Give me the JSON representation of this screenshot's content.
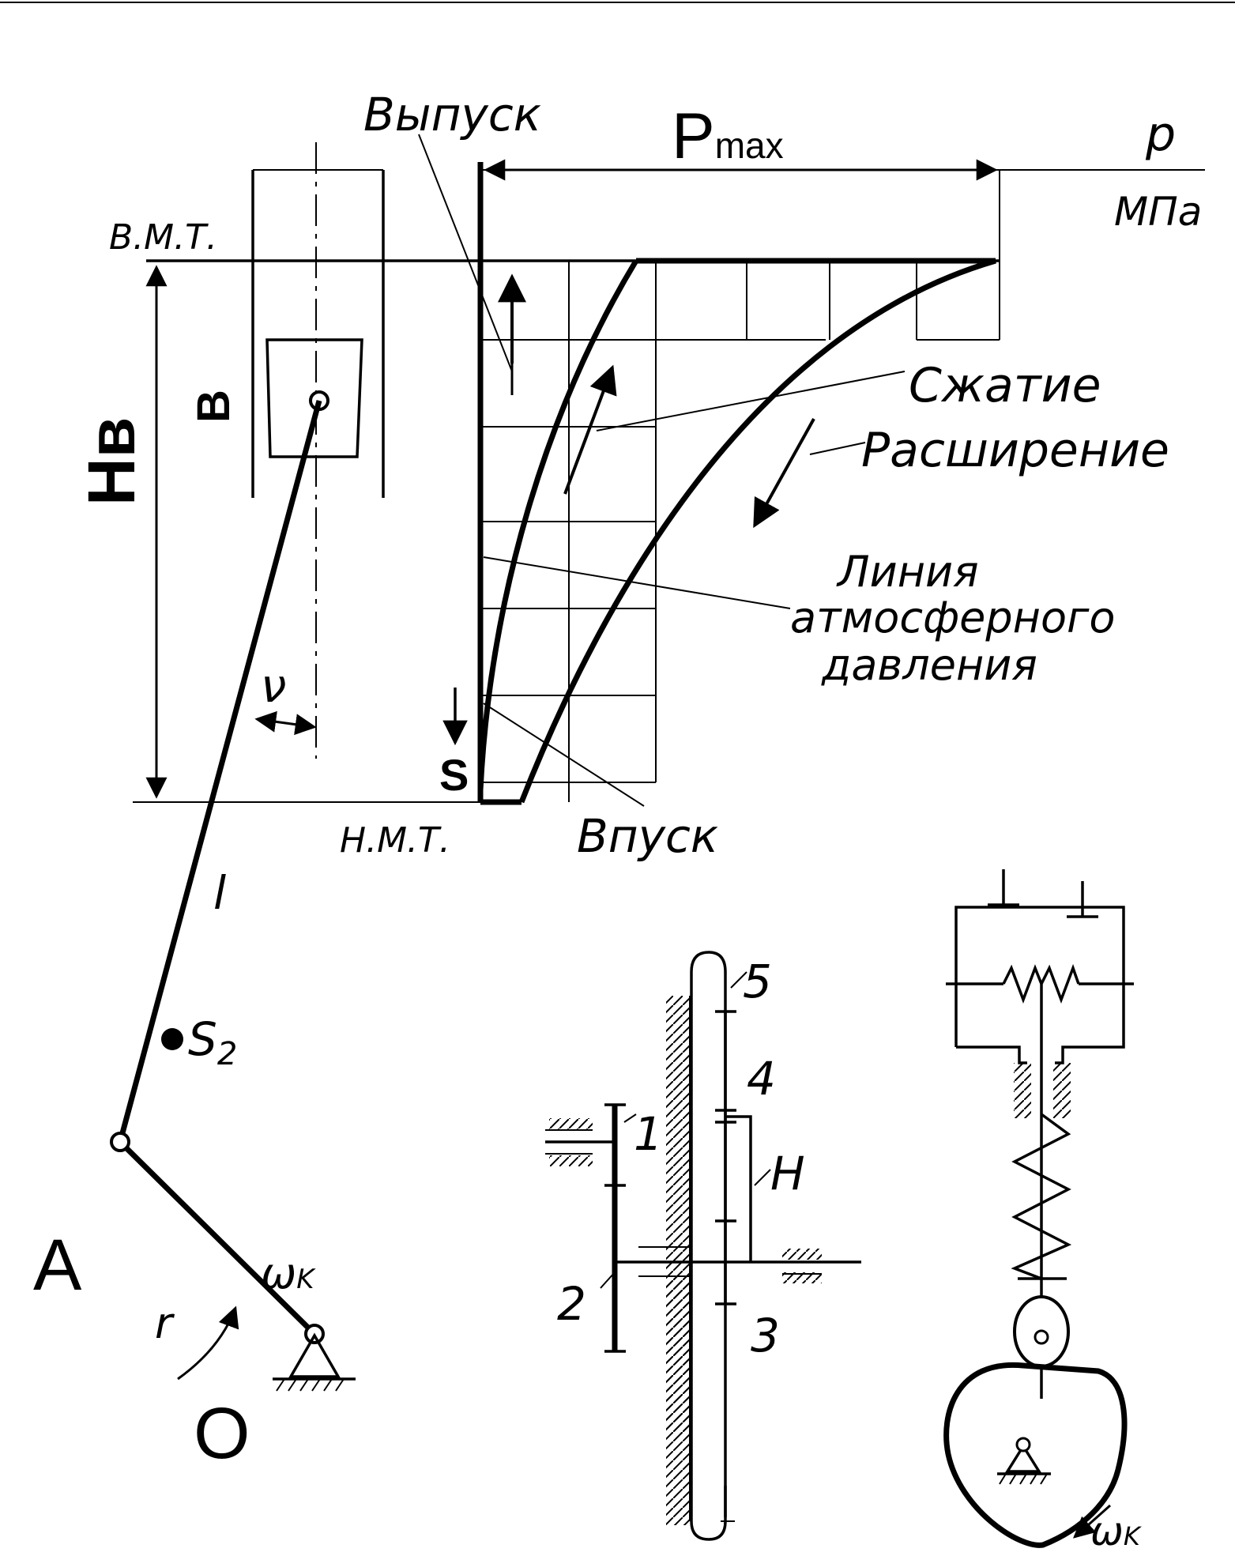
{
  "labels": {
    "exhaust": "Выпуск",
    "pmax": "P",
    "pmax_sub": "max",
    "p_axis": "p",
    "p_unit": "МПа",
    "tdc": "В.М.Т.",
    "bdc": "Н.М.Т.",
    "compression": "Сжатие",
    "expansion": "Расширение",
    "atm_line_1": "Линия",
    "atm_line_2": "атмосферного",
    "atm_line_3": "давления",
    "intake": "Впуск",
    "piston": "B",
    "stroke": "Hв",
    "angle": "ν",
    "s_axis": "S",
    "rod_length": "l",
    "com": "S",
    "com_sub": "2",
    "joint_a": "A",
    "joint_o": "O",
    "crank_r": "r",
    "omega_1": "ω",
    "omega_1_sub": "K",
    "gear_1": "1",
    "gear_2": "2",
    "gear_3": "3",
    "gear_4": "4",
    "gear_5": "5",
    "carrier": "H",
    "omega_2": "ω",
    "omega_2_sub": "K"
  }
}
